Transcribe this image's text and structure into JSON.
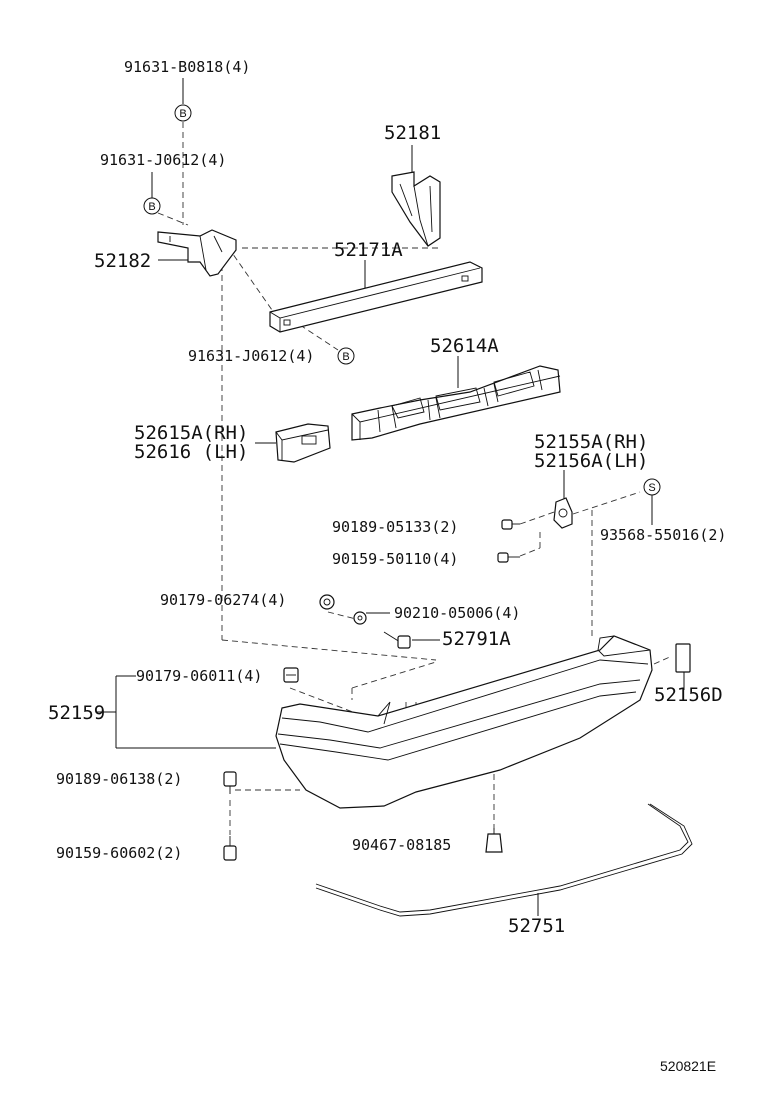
{
  "diagram": {
    "reference_code": "520821E",
    "badges": {
      "b": "B",
      "s": "S"
    },
    "labels": {
      "p_91631_b0818": "91631-B0818(4)",
      "p_91631_j0612_a": "91631-J0612(4)",
      "p_52181": "52181",
      "p_52182": "52182",
      "p_52171a": "52171A",
      "p_91631_j0612_b": "91631-J0612(4)",
      "p_52614a": "52614A",
      "p_52615a": "52615A(RH)",
      "p_52616": "52616 (LH)",
      "p_52155a": "52155A(RH)",
      "p_52156a": "52156A(LH)",
      "p_90189_05133": "90189-05133(2)",
      "p_93568_55016": "93568-55016(2)",
      "p_90159_50110": "90159-50110(4)",
      "p_90179_06274": "90179-06274(4)",
      "p_90210_05006": "90210-05006(4)",
      "p_52791a": "52791A",
      "p_90179_06011": "90179-06011(4)",
      "p_52159": "52159",
      "p_52156d": "52156D",
      "p_90189_06138": "90189-06138(2)",
      "p_90159_60602": "90159-60602(2)",
      "p_90467_08185": "90467-08185",
      "p_52751": "52751"
    }
  }
}
